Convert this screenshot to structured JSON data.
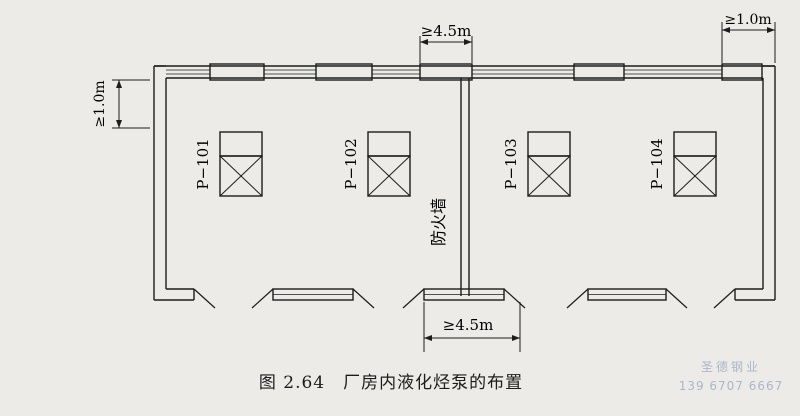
{
  "dimensions": {
    "min_window_spacing_top": "≥4.5m",
    "min_wall_gap_top_right": "≥1.0m",
    "min_wall_gap_left": "≥1.0m",
    "min_window_spacing_bottom": "≥4.5m"
  },
  "pumps": [
    {
      "label": "P−101"
    },
    {
      "label": "P−102"
    },
    {
      "label": "P−103"
    },
    {
      "label": "P−104"
    }
  ],
  "firewall_label": "防火墙",
  "caption": {
    "number": "图 2.64",
    "title": "厂房内液化烃泵的布置"
  },
  "watermark": {
    "name": "圣德钢业",
    "phone": "139 6707 6667"
  },
  "colors": {
    "line": "#1c1c1c",
    "background": "#ecebe7",
    "watermark": "#a9b7cc"
  }
}
